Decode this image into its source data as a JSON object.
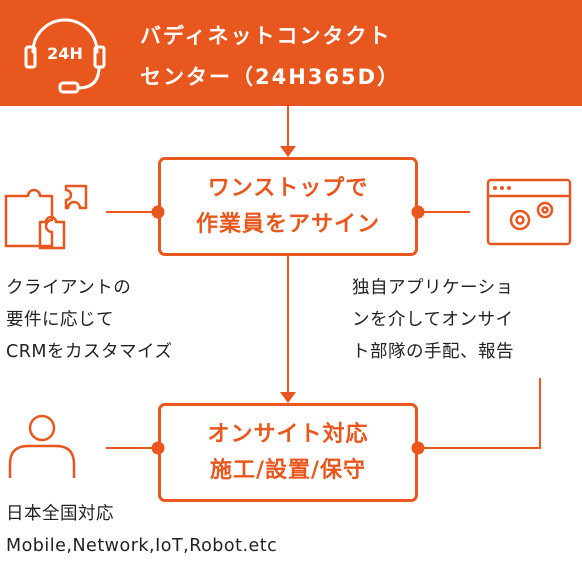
{
  "header": {
    "icon": "headset-icon",
    "icon_text": "24H",
    "line1": "バディネットコンタクト",
    "line2": "センター（24H365D）"
  },
  "box1": {
    "line1": "ワンストップで",
    "line2": "作業員をアサイン"
  },
  "box2": {
    "line1": "オンサイト対応",
    "line2": "施工/設置/保守"
  },
  "left_note": {
    "lines": [
      "クライアントの",
      "要件に応じて",
      "CRMをカスタマイズ"
    ]
  },
  "right_note": {
    "lines": [
      "独自アプリケーショ",
      "ンを介してオンサイ",
      "ト部隊の手配、報告"
    ]
  },
  "bottom_note": {
    "lines": [
      "日本全国対応",
      "Mobile,Network,IoT,Robot.etc"
    ]
  },
  "icons": {
    "left": "puzzle-icon",
    "right": "gear-window-icon",
    "person": "person-icon"
  },
  "colors": {
    "accent": "#e8571e",
    "text": "#222222",
    "background": "#ffffff"
  }
}
